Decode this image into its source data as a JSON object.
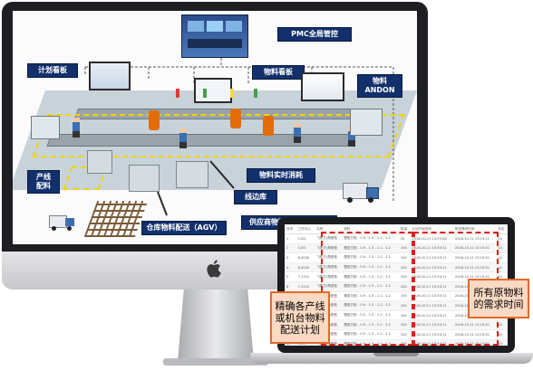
{
  "labels": {
    "pmc": "PMC全局管控",
    "plan_board": "计划看板",
    "material_board": "物料看板",
    "material": "物料",
    "andon": "ANDON",
    "line_dist_1": "产线",
    "line_dist_2": "配料",
    "realtime": "物料实时消耗",
    "line_store": "线边库",
    "warehouse": "仓库物料配送（AGV）",
    "supplier": "供应商物料直接产线配送"
  },
  "table": {
    "headers": [
      "序号",
      "工作中心",
      "名称",
      "物料",
      "数量",
      "计划开始时间",
      "配送需求时间",
      "状态"
    ],
    "rows": [
      [
        "1",
        "1101",
        "飞机方/角型柜",
        "塑胶方柜 - 0.9 - 1.5 - 1.1 - 1.2",
        "20",
        "2018-10-11 13:53:08",
        "2018-10-11 13:13:11",
        "10"
      ],
      [
        "2",
        "1101",
        "飞机方/角型柜",
        "塑胶方柜 - 0.9 - 1.5 - 1.1 - 1.2",
        "100",
        "2018-10-11 13:53:11",
        "2018-10-11 13:13:51",
        "10"
      ],
      [
        "3",
        "6.0000",
        "飞机方/角型柜",
        "塑胶方柜 - 0.9 - 1.5 - 1.1 - 1.2",
        "100",
        "2018-10-11 13:53:11",
        "2018-10-11 13:13:51",
        "10"
      ],
      [
        "4",
        "6.0000",
        "飞机方/角型柜",
        "塑胶方柜 - 0.9 - 1.5 - 1.1 - 1.2",
        "100",
        "2018-10-11 13:53:11",
        "2018-10-11 13:13:51",
        "10"
      ],
      [
        "5",
        "7.1101",
        "飞机方/角型柜",
        "塑胶方柜 - 0.9 - 1.5 - 1.1 - 1.2",
        "100",
        "2018-10-11 13:53:11",
        "2018-10-11 13:13:51",
        "10"
      ],
      [
        "6",
        "7.1101",
        "飞机方/角型柜",
        "塑胶方柜 - 0.9 - 1.5 - 1.1 - 1.2",
        "100",
        "2018-10-11 13:53:11",
        "2018-10-11 13:13:51",
        "10"
      ],
      [
        "7",
        "1101",
        "飞机方/角型柜",
        "塑胶方柜 - 0.9 - 1.5 - 1.1 - 1.2",
        "100",
        "2018-10-11 13:53:11",
        "2018-10-11 13:13:51",
        "10"
      ],
      [
        "8",
        "1101",
        "飞机方/角型柜",
        "塑胶方柜 - 0.9 - 1.5 - 1.1 - 1.2",
        "100",
        "2018-10-11 13:53:11",
        "2018-10-11 13:13:51",
        "10"
      ],
      [
        "9",
        "1101",
        "飞机方/角型柜",
        "塑胶方柜 - 0.9 - 1.5 - 1.1 - 1.2",
        "100",
        "2018-10-11 13:53:11",
        "2018-10-11 13:13:51",
        "10"
      ],
      [
        "10",
        "1101",
        "飞机方/角型柜",
        "塑胶方柜 - 0.9 - 1.5 - 1.1 - 1.2",
        "100",
        "2018-10-11 13:53:11",
        "2018-10-11 13:13:51",
        "10"
      ],
      [
        "11",
        "1101",
        "飞机方/角型柜",
        "塑胶方柜 - 0.9 - 1.5 - 1.1 - 1.2",
        "100",
        "2018-10-11 13:53:11",
        "2018-10-11 13:13:51",
        "10"
      ],
      [
        "12",
        "1101",
        "飞机方/角型柜",
        "塑胶方柜 - 0.9 - 1.5 - 1.1 - 1.2",
        "100",
        "2018-10-11 13:53:11",
        "2018-10-11 13:13:51",
        "10"
      ]
    ]
  },
  "callouts": {
    "left": "精确各产线或机台物料配送计划",
    "right": "所有原物料的需求时间"
  },
  "colors": {
    "label_bg": "#12306b",
    "highlight": "#e21d1d",
    "callout_bg": "#fbd9c3"
  },
  "icons": [
    "apple-logo-icon",
    "agv-truck-icon",
    "delivery-truck-icon"
  ]
}
